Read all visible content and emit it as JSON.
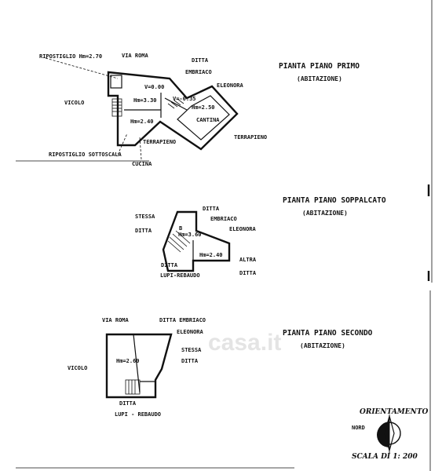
{
  "watermark": "casa.it",
  "floors": {
    "primo": {
      "title": "PIANTA PIANO PRIMO",
      "subtitle": "(ABITAZIONE)",
      "labels": {
        "ripostiglio": "RIPOSTIGLIO Hm=2.70",
        "via_roma": "VIA ROMA",
        "ditta": "DITTA",
        "embriaco": "EMBRIACO",
        "eleonora": "ELEONORA",
        "vicolo": "VICOLO",
        "v1": "V=0.00",
        "hm1": "Hm=3.30",
        "v2": "V=-0.35",
        "hm2": "Hm=2.50",
        "cantina": "CANTINA",
        "hm3": "Hm=2.40",
        "terrapieno_1": "TERRAPIENO",
        "terrapieno_2": "TERRAPIENO",
        "ripostiglio_sottoscala": "RIPOSTIGLIO SOTTOSCALA",
        "cucina": "CUCINA"
      }
    },
    "soppalcato": {
      "title": "PIANTA PIANO SOPPALCATO",
      "subtitle": "(ABITAZIONE)",
      "labels": {
        "stessa": "STESSA",
        "ditta_left": "DITTA",
        "ditta_top": "DITTA",
        "embriaco": "EMBRIACO",
        "eleonora": "ELEONORA",
        "b": "B",
        "hm1": "Hm=3.60",
        "hm2": "Hm=2.40",
        "altra": "ALTRA",
        "ditta_right": "DITTA",
        "ditta_bottom": "DITTA",
        "lupi_rebaudo": "LUPI-REBAUDO"
      }
    },
    "secondo": {
      "title": "PIANTA PIANO SECONDO",
      "subtitle": "(ABITAZIONE)",
      "labels": {
        "via_roma": "VIA ROMA",
        "ditta_embriaco": "DITTA EMBRIACO",
        "eleonora": "ELEONORA",
        "stessa": "STESSA",
        "ditta_right": "DITTA",
        "vicolo": "VICOLO",
        "hm1": "Hm=2.60",
        "ditta_bottom": "DITTA",
        "lupi_rebaudo": "LUPI - REBAUDO"
      }
    }
  },
  "orientation": {
    "label": "ORIENTAMENTO",
    "nord": "NORD",
    "scale": "SCALA DI 1: 200"
  }
}
